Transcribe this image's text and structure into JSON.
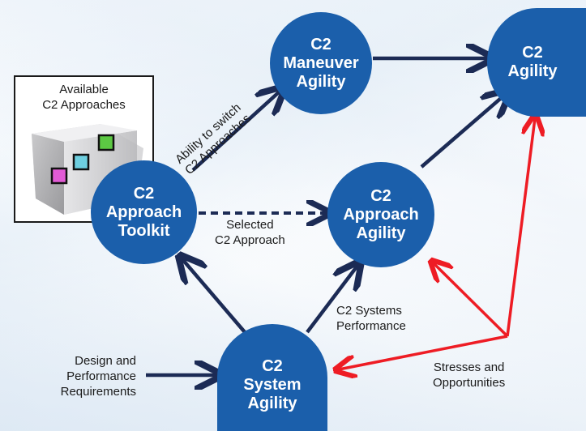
{
  "nodes": {
    "maneuver": [
      "C2",
      "Maneuver",
      "Agility"
    ],
    "agility": [
      "C2",
      "Agility"
    ],
    "toolkit": [
      "C2",
      "Approach",
      "Toolkit"
    ],
    "approach": [
      "C2",
      "Approach",
      "Agility"
    ],
    "system": [
      "C2",
      "System",
      "Agility"
    ]
  },
  "labels": {
    "ability": [
      "Ability to switch",
      "C2 Approaches"
    ],
    "selected": [
      "Selected",
      "C2 Approach"
    ],
    "systems_perf": [
      "C2 Systems",
      "Performance"
    ],
    "design": [
      "Design and",
      "Performance",
      "Requirements"
    ],
    "stresses": [
      "Stresses and",
      "Opportunities"
    ]
  },
  "toolkit_box": {
    "title": [
      "Available",
      "C2 Approaches"
    ],
    "squares": [
      "magenta",
      "cyan",
      "green"
    ]
  },
  "colors": {
    "node": "#1b5fab",
    "arrow": "#1c2b55",
    "stress": "#ee1c24"
  }
}
